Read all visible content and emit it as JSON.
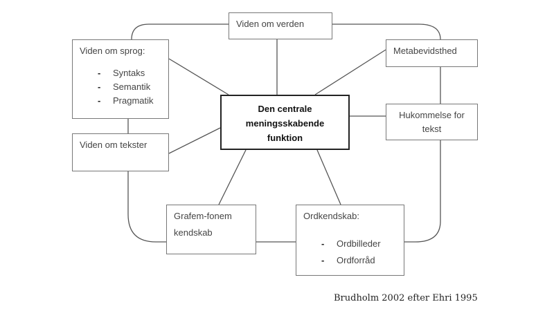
{
  "nodes": {
    "center": {
      "lines": [
        "Den centrale",
        "meningsskabende",
        "funktion"
      ]
    },
    "world": {
      "title": "Viden om verden"
    },
    "language": {
      "title": "Viden om sprog:",
      "items": [
        "Syntaks",
        "Semantik",
        "Pragmatik"
      ]
    },
    "texts": {
      "title": "Viden om tekster"
    },
    "meta": {
      "title": "Metabevidsthed"
    },
    "memory": {
      "lines": [
        "Hukommelse for",
        "tekst"
      ]
    },
    "grapheme": {
      "lines": [
        "Grafem-fonem",
        "kendskab"
      ]
    },
    "words": {
      "title": "Ordkendskab:",
      "items": [
        "Ordbilleder",
        "Ordforråd"
      ]
    }
  },
  "caption": "Brudholm 2002 efter Ehri 1995"
}
